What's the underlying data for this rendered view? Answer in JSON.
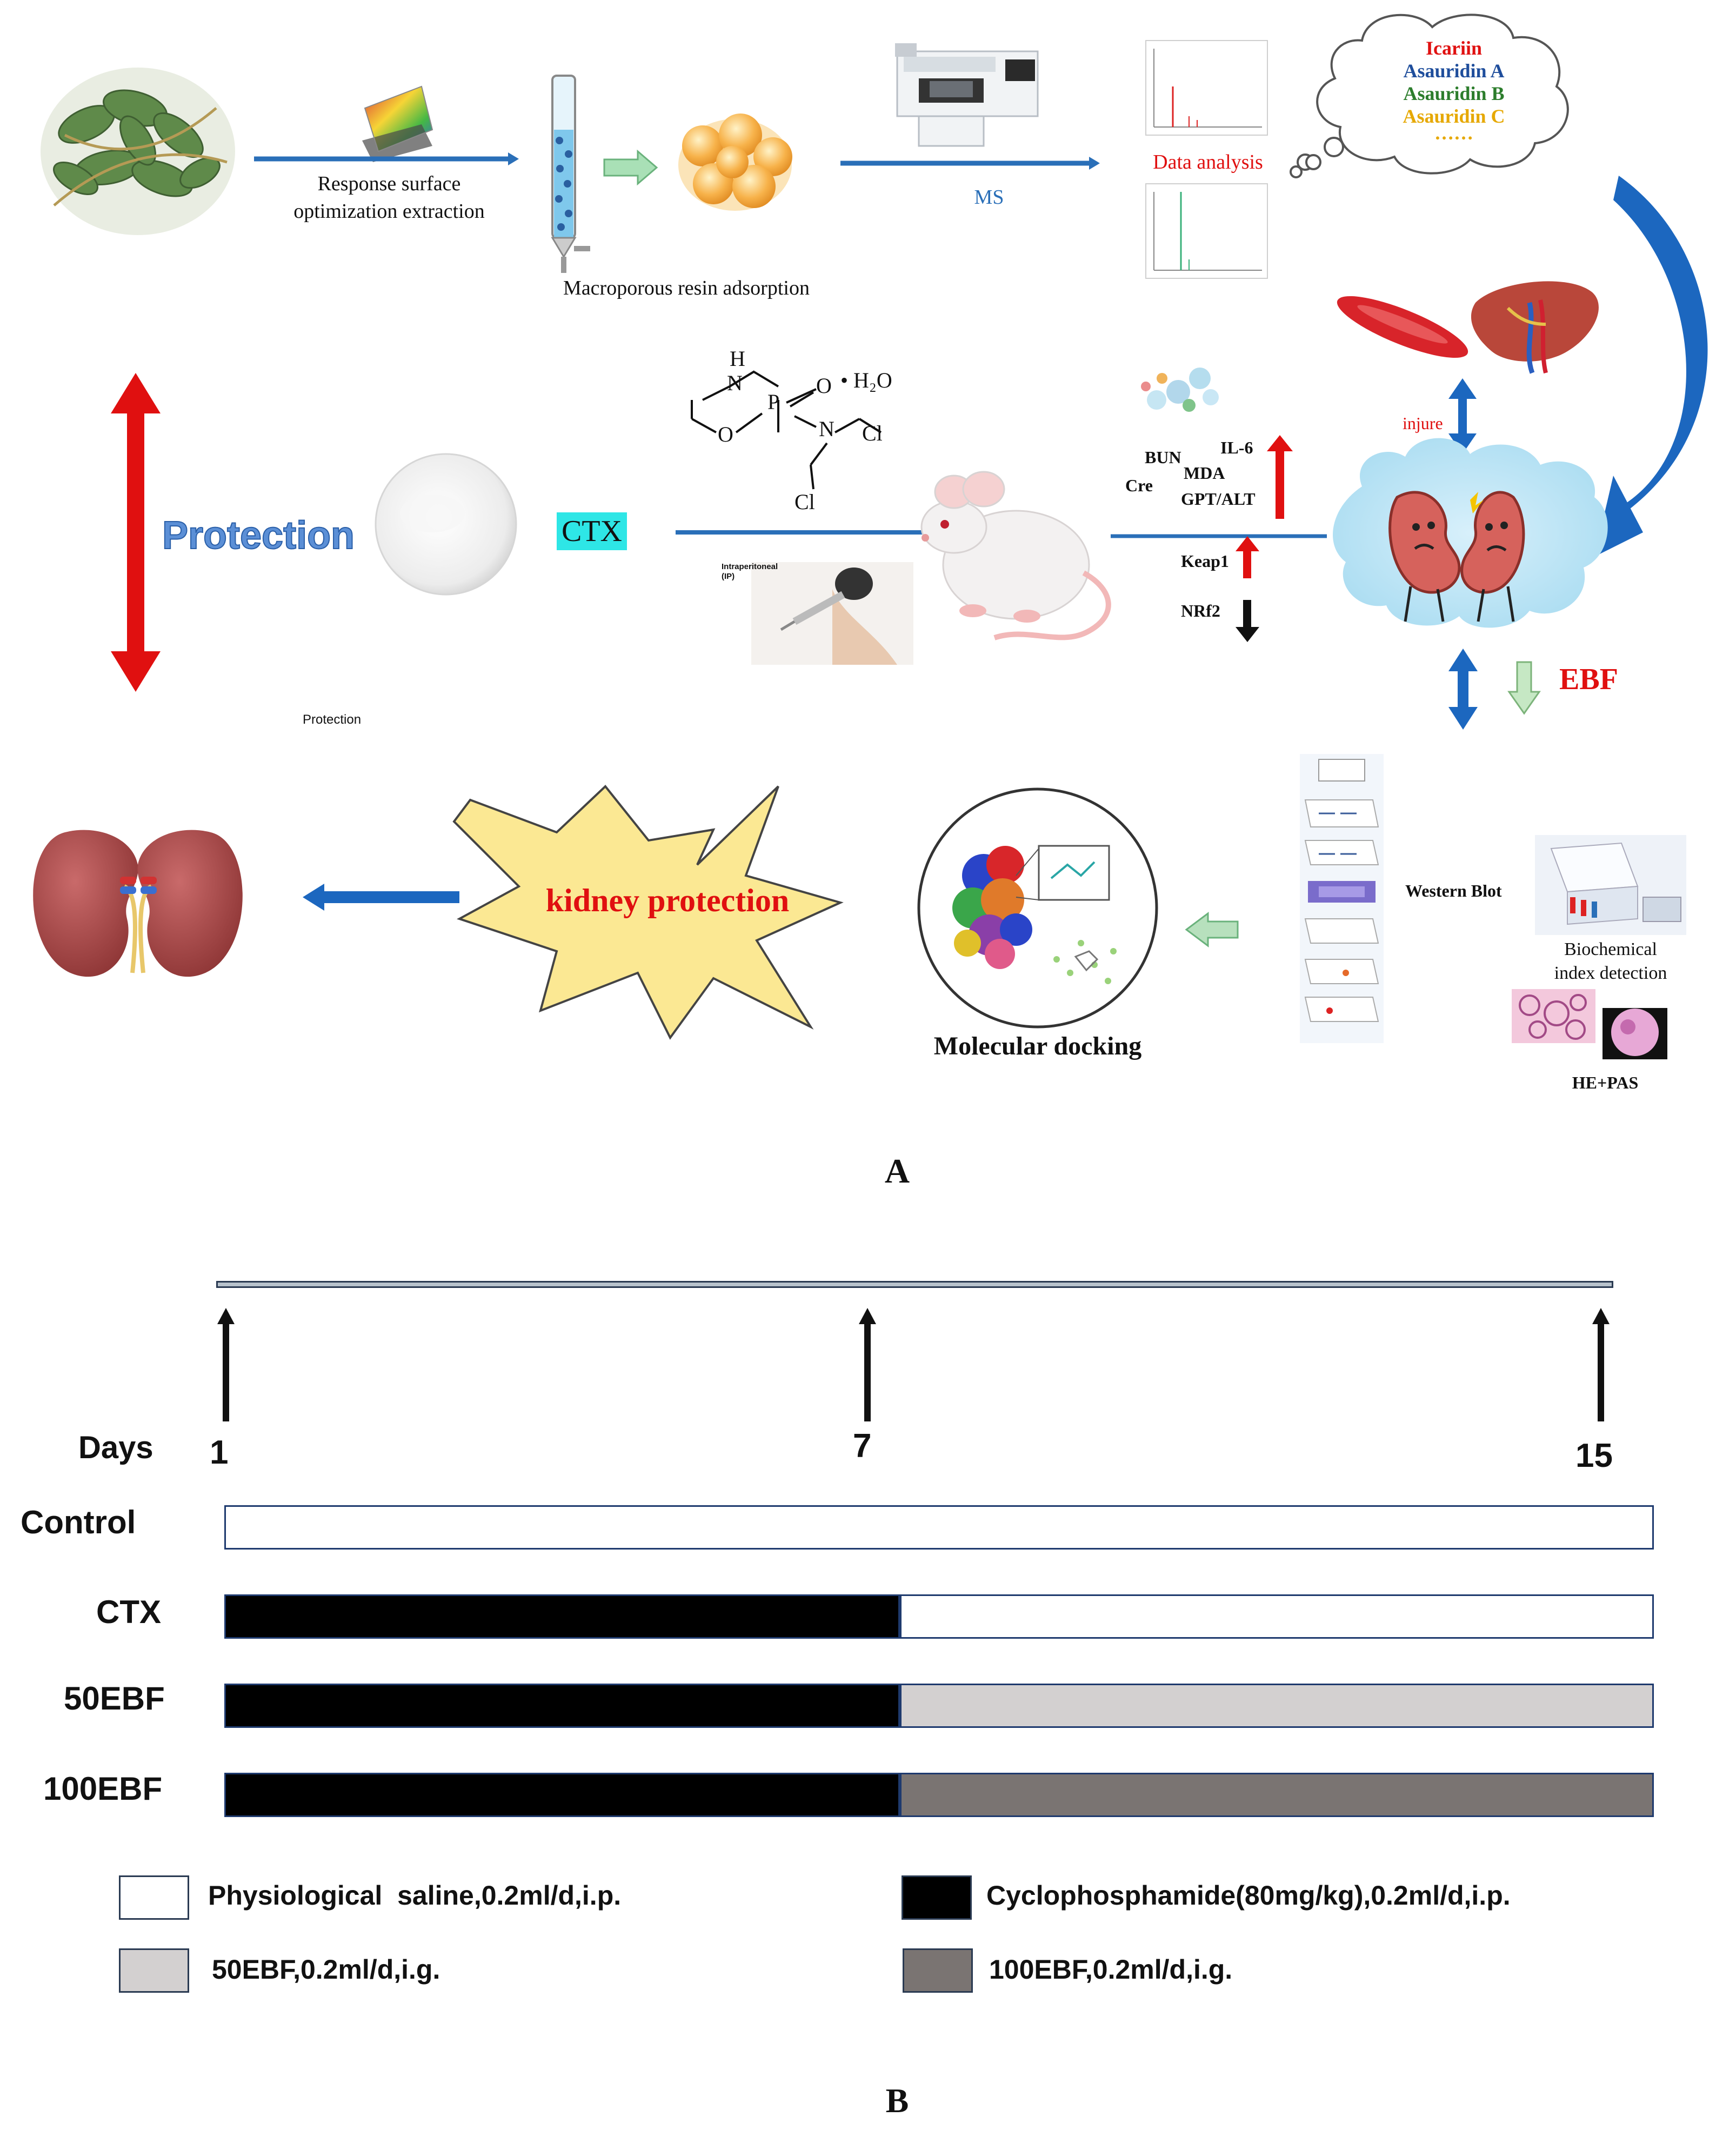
{
  "panel_a": {
    "label": "A",
    "steps": {
      "rsm": "Response surface\noptimization extraction",
      "resin": "Macroporous resin adsorption",
      "ms": "MS",
      "data_analysis": "Data analysis"
    },
    "compounds": [
      "Icariin",
      "Asauridin A",
      "Asauridin B",
      "Asauridin C",
      "……"
    ],
    "compound_colors": [
      "#e01010",
      "#1f4e9c",
      "#2c7d2c",
      "#e6a800",
      "#e6a800"
    ],
    "protection_big": "Protection",
    "protection_small": "Protection",
    "ctx": "CTX",
    "chem": {
      "h": "H",
      "n1": "N",
      "p": "P",
      "o1": "O",
      "o2": "O",
      "n2": "N",
      "cl1": "Cl",
      "cl2": "Cl",
      "hydrate": "• H₂O"
    },
    "ip": "Intraperitoneal\n(IP)",
    "markers": {
      "bun": "BUN",
      "il6": "IL-6",
      "cre": "Cre",
      "mda": "MDA",
      "gpt": "GPT/ALT",
      "keap1": "Keap1",
      "nrf2": "NRf2"
    },
    "injure": "injure",
    "ebf": "EBF",
    "kidney_protection": "kidney protection",
    "molecular_docking": "Molecular docking",
    "western_blot": "Western Blot",
    "biochem": "Biochemical\nindex detection",
    "he_pas": "HE+PAS"
  },
  "panel_b": {
    "label": "B",
    "days_label": "Days",
    "days": [
      "1",
      "7",
      "15"
    ],
    "groups": [
      {
        "name": "Control",
        "segments": [
          {
            "from": 1,
            "to": 15,
            "treatment": "saline"
          }
        ]
      },
      {
        "name": "CTX",
        "segments": [
          {
            "from": 1,
            "to": 8,
            "treatment": "cyclophosphamide"
          },
          {
            "from": 8,
            "to": 15,
            "treatment": "saline"
          }
        ]
      },
      {
        "name": "50EBF",
        "segments": [
          {
            "from": 1,
            "to": 8,
            "treatment": "cyclophosphamide"
          },
          {
            "from": 8,
            "to": 15,
            "treatment": "ebf50"
          }
        ]
      },
      {
        "name": "100EBF",
        "segments": [
          {
            "from": 1,
            "to": 8,
            "treatment": "cyclophosphamide"
          },
          {
            "from": 8,
            "to": 15,
            "treatment": "ebf100"
          }
        ]
      }
    ],
    "legend": [
      {
        "key": "saline",
        "label": "Physiological  saline,0.2ml/d,i.p.",
        "color": "#ffffff"
      },
      {
        "key": "cyclophosphamide",
        "label": "Cyclophosphamide(80mg/kg),0.2ml/d,i.p.",
        "color": "#000000"
      },
      {
        "key": "ebf50",
        "label": "50EBF,0.2ml/d,i.g.",
        "color": "#d3d0d0"
      },
      {
        "key": "ebf100",
        "label": "100EBF,0.2ml/d,i.g.",
        "color": "#7a7472"
      }
    ]
  }
}
